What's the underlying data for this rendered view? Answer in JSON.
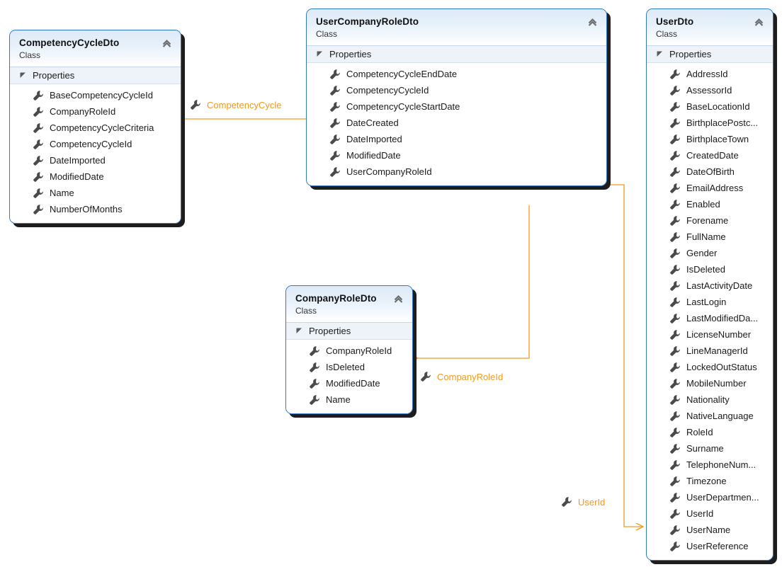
{
  "diagram": {
    "kind": "uml-class-diagram",
    "accent_color": "#ef9a21",
    "border_color": "#2e78c4",
    "header_gradient_top": "#ddeaf7",
    "header_gradient_bottom": "#ffffff",
    "compartment_bg": "#eef3fa"
  },
  "classes": [
    {
      "id": "competencycycledto",
      "title": "CompetencyCycleDto",
      "stereotype": "Class",
      "compartment": "Properties",
      "members": [
        "BaseCompetencyCycleId",
        "CompanyRoleId",
        "CompetencyCycleCriteria",
        "CompetencyCycleId",
        "DateImported",
        "ModifiedDate",
        "Name",
        "NumberOfMonths"
      ]
    },
    {
      "id": "usercompanyroledto",
      "title": "UserCompanyRoleDto",
      "stereotype": "Class",
      "compartment": "Properties",
      "members": [
        "CompetencyCycleEndDate",
        "CompetencyCycleId",
        "CompetencyCycleStartDate",
        "DateCreated",
        "DateImported",
        "ModifiedDate",
        "UserCompanyRoleId"
      ]
    },
    {
      "id": "userdto",
      "title": "UserDto",
      "stereotype": "Class",
      "compartment": "Properties",
      "members": [
        "AddressId",
        "AssessorId",
        "BaseLocationId",
        "BirthplacePostc...",
        "BirthplaceTown",
        "CreatedDate",
        "DateOfBirth",
        "EmailAddress",
        "Enabled",
        "Forename",
        "FullName",
        "Gender",
        "IsDeleted",
        "LastActivityDate",
        "LastLogin",
        "LastModifiedDa...",
        "LicenseNumber",
        "LineManagerId",
        "LockedOutStatus",
        "MobileNumber",
        "Nationality",
        "NativeLanguage",
        "RoleId",
        "Surname",
        "TelephoneNum...",
        "Timezone",
        "UserDepartmen...",
        "UserId",
        "UserName",
        "UserReference"
      ]
    },
    {
      "id": "companyroledto",
      "title": "CompanyRoleDto",
      "stereotype": "Class",
      "compartment": "Properties",
      "members": [
        "CompanyRoleId",
        "IsDeleted",
        "ModifiedDate",
        "Name"
      ]
    }
  ],
  "associations": [
    {
      "id": "competencycycle",
      "label": "CompetencyCycle",
      "from": "UserCompanyRoleDto",
      "to": "CompetencyCycleDto"
    },
    {
      "id": "companyroleid",
      "label": "CompanyRoleId",
      "from": "UserCompanyRoleDto",
      "to": "CompanyRoleDto"
    },
    {
      "id": "userid",
      "label": "UserId",
      "from": "UserCompanyRoleDto",
      "to": "UserDto"
    }
  ]
}
